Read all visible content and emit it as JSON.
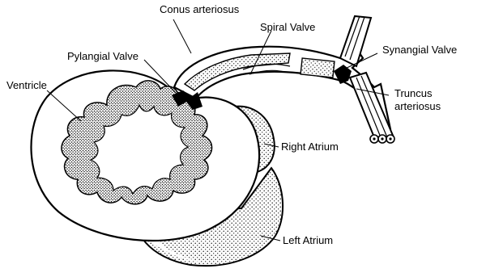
{
  "labels": {
    "conus": "Conus arteriosus",
    "spiral": "Spiral Valve",
    "pylangial": "Pylangial Valve",
    "synangial": "Synangial Valve",
    "ventricle": "Ventricle",
    "truncus_line1": "Truncus",
    "truncus_line2": "arteriosus",
    "right_atrium": "Right Atrium",
    "left_atrium": "Left Atrium"
  },
  "colors": {
    "ink": "#000000",
    "paper": "#ffffff",
    "stipple": "#222222"
  }
}
